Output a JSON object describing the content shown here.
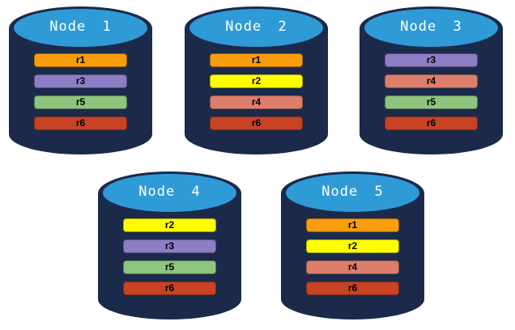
{
  "diagram": {
    "background": "#FFFFFF",
    "cylinder": {
      "body_color": "#1B2A4A",
      "top_color": "#2F9BD6",
      "label_color": "#FFFFFF"
    },
    "replica_colors": {
      "r1": "#F99C0D",
      "r2": "#FFFF00",
      "r3": "#8C7DC4",
      "r4": "#DD7E6B",
      "r5": "#8EC47E",
      "r6": "#C74324"
    },
    "nodes": [
      {
        "label": "Node 1",
        "replicas": [
          "r1",
          "r3",
          "r5",
          "r6"
        ]
      },
      {
        "label": "Node 2",
        "replicas": [
          "r1",
          "r2",
          "r4",
          "r6"
        ]
      },
      {
        "label": "Node 3",
        "replicas": [
          "r3",
          "r4",
          "r5",
          "r6"
        ]
      },
      {
        "label": "Node 4",
        "replicas": [
          "r2",
          "r3",
          "r5",
          "r6"
        ]
      },
      {
        "label": "Node 5",
        "replicas": [
          "r1",
          "r2",
          "r4",
          "r6"
        ]
      }
    ]
  }
}
